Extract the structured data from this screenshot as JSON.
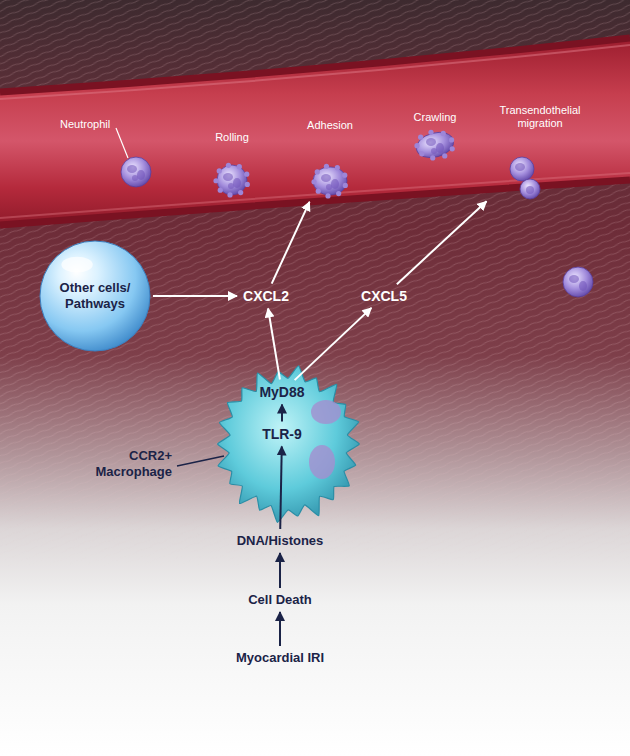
{
  "diagram": {
    "nodes": [
      {
        "text": [
          "Neutrophil"
        ]
      },
      {
        "text": [
          "Rolling"
        ]
      },
      {
        "text": [
          "Adhesion"
        ]
      },
      {
        "text": [
          "Crawling"
        ]
      },
      {
        "text": [
          "Transendothelial migration"
        ]
      },
      {
        "text": [
          "Other cells/ Pathways"
        ]
      },
      {
        "text": [
          "CXCL2"
        ]
      },
      {
        "text": [
          "CXCL5"
        ]
      },
      {
        "text": [
          "MyD88"
        ]
      },
      {
        "text": [
          "TLR-9"
        ]
      },
      {
        "text": [
          "DNA/Histones"
        ]
      },
      {
        "text": [
          "Cell Death"
        ]
      },
      {
        "text": [
          "Myocardial IRI"
        ]
      }
    ],
    "edges": [
      {
        "from": 12,
        "to": 11,
        "arrow": "to"
      },
      {
        "from": 11,
        "to": 10,
        "arrow": "to"
      },
      {
        "from": 10,
        "to": 9,
        "arrow": "to"
      },
      {
        "from": 9,
        "to": 8,
        "arrow": "to"
      },
      {
        "from": 8,
        "to": 6,
        "arrow": "to"
      },
      {
        "from": 8,
        "to": 7,
        "arrow": "to"
      },
      {
        "from": 5,
        "to": 6,
        "arrow": "to"
      },
      {
        "from": 6,
        "to": 2,
        "arrow": "to"
      },
      {
        "from": 7,
        "to": 4,
        "arrow": "to"
      }
    ],
    "labels": [
      "CCR2+ Macrophage"
    ]
  }
}
